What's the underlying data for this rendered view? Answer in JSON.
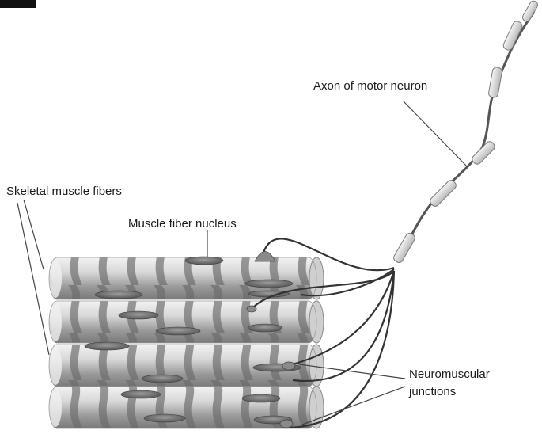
{
  "labels": {
    "axon": "Axon of motor neuron",
    "skeletal_fibers": "Skeletal muscle fibers",
    "nucleus": "Muscle fiber nucleus",
    "nmj_line1": "Neuromuscular",
    "nmj_line2": "junctions"
  },
  "colors": {
    "fiber_light": "#e4e4e4",
    "fiber_dark": "#6e6e6e",
    "nucleus": "#7a7a7a",
    "axon_segment": "#dcdcdc",
    "nerve_line": "#333333",
    "leader_line": "#444444"
  }
}
